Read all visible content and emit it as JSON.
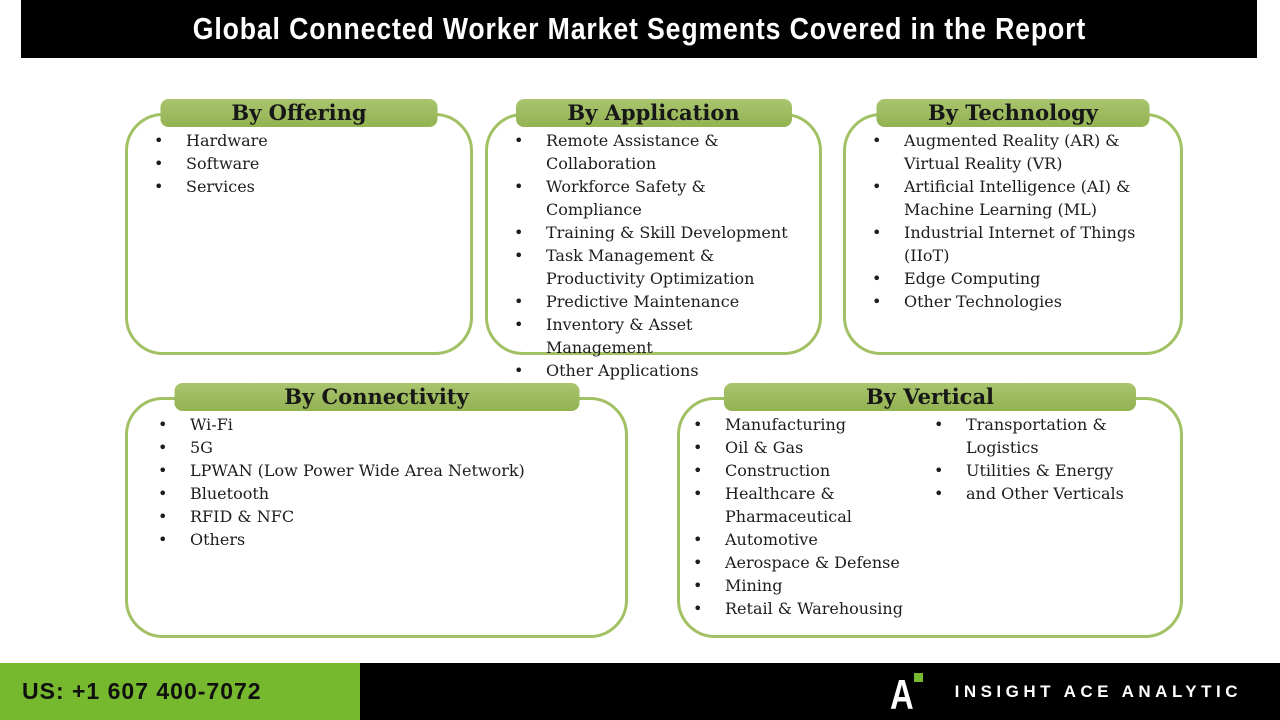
{
  "header": {
    "title": "Global Connected Worker Market Segments Covered in the Report"
  },
  "colors": {
    "header_bg": "#000000",
    "title_text": "#ffffff",
    "box_border_green": "#a2c164",
    "tab_green": "#9bbb59",
    "footer_green": "#76b82e",
    "body_text": "#1d1d1d"
  },
  "segments": [
    {
      "title": "By Offering",
      "items": [
        "Hardware",
        "Software",
        "Services"
      ]
    },
    {
      "title": "By Application",
      "items": [
        "Remote Assistance & Collaboration",
        "Workforce Safety & Compliance",
        "Training & Skill Development",
        "Task Management & Productivity Optimization",
        "Predictive Maintenance",
        "Inventory & Asset Management",
        "Other Applications"
      ]
    },
    {
      "title": "By Technology",
      "items": [
        "Augmented Reality (AR) & Virtual Reality (VR)",
        "Artificial Intelligence (AI) & Machine Learning (ML)",
        "Industrial Internet of Things (IIoT)",
        "Edge Computing",
        "Other Technologies"
      ]
    },
    {
      "title": "By Connectivity",
      "items": [
        "Wi-Fi",
        "5G",
        "LPWAN (Low Power Wide Area Network)",
        "Bluetooth",
        "RFID & NFC",
        "Others"
      ]
    },
    {
      "title": "By Vertical",
      "columns": [
        [
          "Manufacturing",
          "Oil & Gas",
          "Construction",
          "Healthcare & Pharmaceutical",
          "Automotive",
          "Aerospace & Defense",
          "Mining",
          "Retail & Warehousing"
        ],
        [
          "Transportation & Logistics",
          "Utilities & Energy",
          "and Other Verticals"
        ]
      ]
    }
  ],
  "footer": {
    "phone": "US: +1 607 400-7072",
    "brand": "INSIGHT ACE ANALYTIC",
    "logo_letter": "A"
  }
}
